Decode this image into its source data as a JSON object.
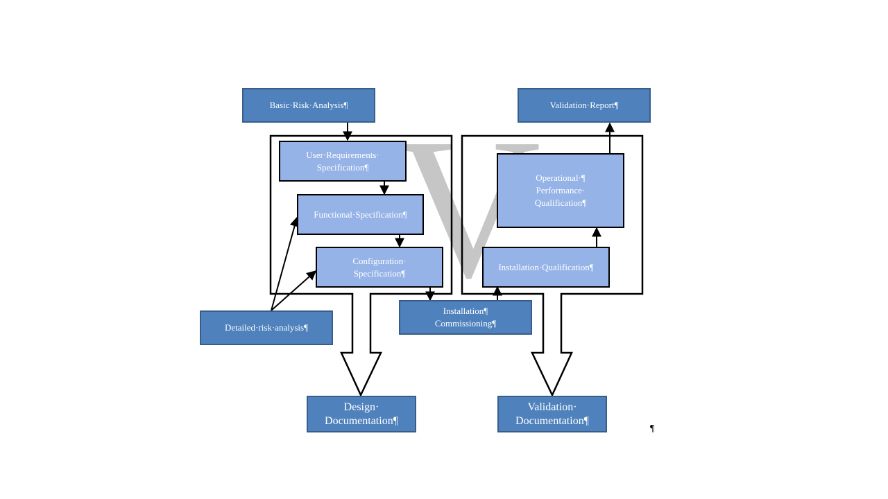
{
  "watermark": {
    "letter": "V",
    "color": "#c6c6c6"
  },
  "colors": {
    "dark_box": "#4f81bd",
    "light_box": "#95b3e7",
    "line": "#000000"
  },
  "boxes": {
    "basic_risk": "Basic·Risk·Analysis¶",
    "validation_report": "Validation·Report¶",
    "user_req": "User·Requirements·\nSpecification¶",
    "functional_spec": "Functional·Specification¶",
    "configuration_spec": "Configuration·\nSpecification¶",
    "operational_qual": "Operational·¶\nPerformance·\nQualification¶",
    "installation_qual": "Installation·Qualification¶",
    "detailed_risk": "Detailed·risk·analysis¶",
    "installation_comm": "Installation¶\nCommissioning¶",
    "design_doc": "Design·\nDocumentation¶",
    "validation_doc": "Validation·\nDocumentation¶"
  },
  "pilcrow": "¶"
}
